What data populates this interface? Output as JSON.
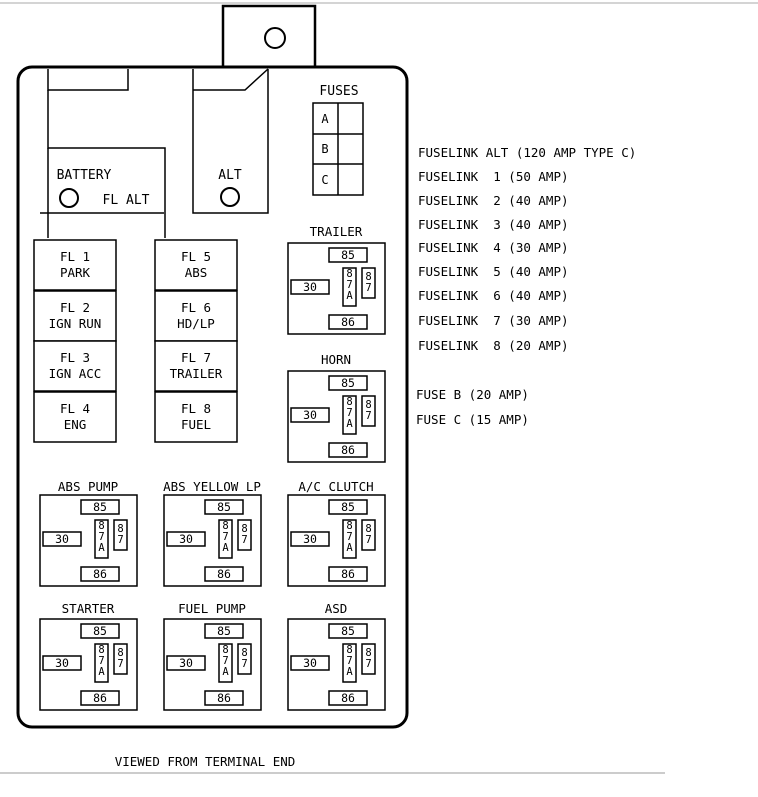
{
  "fuses_header": "FUSES",
  "fuse_rows": [
    "A",
    "B",
    "C"
  ],
  "battery": {
    "label": "BATTERY",
    "fl_label": "FL ALT"
  },
  "alt_label": "ALT",
  "fuselinks": [
    {
      "line1": "FL 1",
      "line2": "PARK"
    },
    {
      "line1": "FL 2",
      "line2": "IGN RUN"
    },
    {
      "line1": "FL 3",
      "line2": "IGN ACC"
    },
    {
      "line1": "FL 4",
      "line2": "ENG"
    },
    {
      "line1": "FL 5",
      "line2": "ABS"
    },
    {
      "line1": "FL 6",
      "line2": "HD/LP"
    },
    {
      "line1": "FL 7",
      "line2": "TRAILER"
    },
    {
      "line1": "FL 8",
      "line2": "FUEL"
    }
  ],
  "relay_pins": {
    "p85": "85",
    "p86": "86",
    "p30": "30",
    "p87a": "87A",
    "p87": "87"
  },
  "relays": [
    {
      "name": "TRAILER"
    },
    {
      "name": "HORN"
    },
    {
      "name": "ABS PUMP"
    },
    {
      "name": "ABS YELLOW LP"
    },
    {
      "name": "A/C CLUTCH"
    },
    {
      "name": "STARTER"
    },
    {
      "name": "FUEL PUMP"
    },
    {
      "name": "ASD"
    }
  ],
  "legend": [
    "FUSELINK ALT (120 AMP TYPE C)",
    "FUSELINK  1 (50 AMP)",
    "FUSELINK  2 (40 AMP)",
    "FUSELINK  3 (40 AMP)",
    "FUSELINK  4 (30 AMP)",
    "FUSELINK  5 (40 AMP)",
    "FUSELINK  6 (40 AMP)",
    "FUSELINK  7 (30 AMP)",
    "FUSELINK  8 (20 AMP)",
    "FUSE B (20 AMP)",
    "FUSE C (15 AMP)"
  ],
  "footer": "VIEWED FROM TERMINAL END"
}
